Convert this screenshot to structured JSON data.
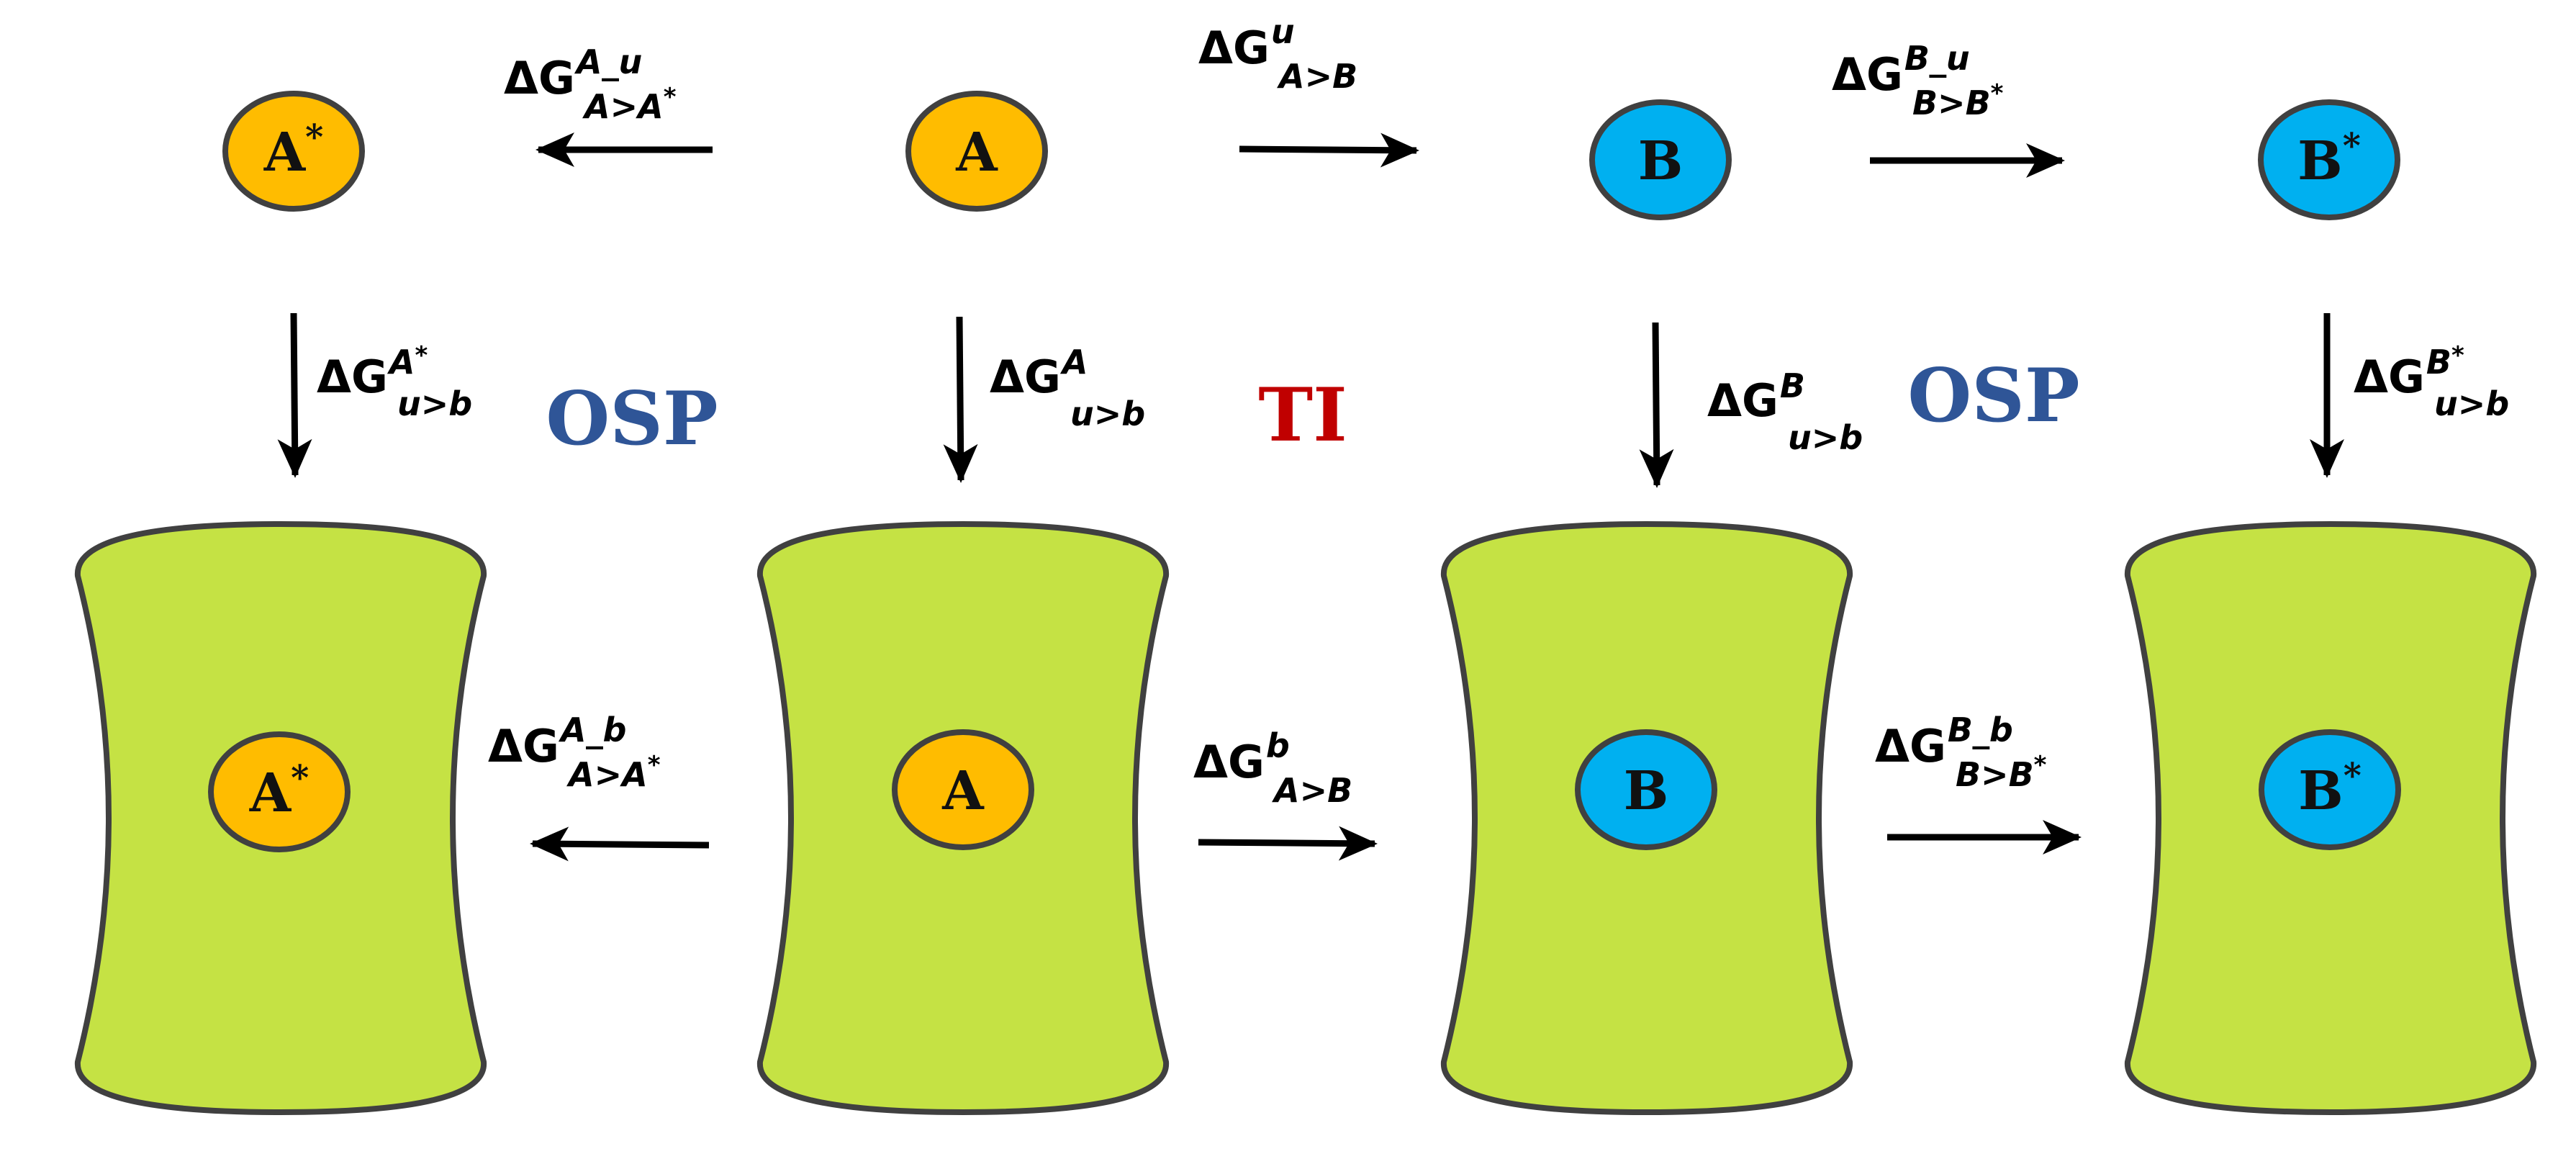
{
  "colors": {
    "ligand_a": "#FFBC00",
    "ligand_b": "#00B0F0",
    "protein": "#C5E244",
    "outline": "#404040",
    "arrow": "#000000",
    "label_osp": "#2F5597",
    "label_ti": "#C00000"
  },
  "methods": {
    "osp_left": "OSP",
    "ti": "TI",
    "osp_right": "OSP"
  },
  "nodes": {
    "a_star_free": {
      "base": "A",
      "sup": "*"
    },
    "a_free": {
      "base": "A",
      "sup": ""
    },
    "b_free": {
      "base": "B",
      "sup": ""
    },
    "b_star_free": {
      "base": "B",
      "sup": "*"
    },
    "a_star_bound": {
      "base": "A",
      "sup": "*"
    },
    "a_bound": {
      "base": "A",
      "sup": ""
    },
    "b_bound": {
      "base": "B",
      "sup": ""
    },
    "b_star_bound": {
      "base": "B",
      "sup": "*"
    }
  },
  "labels": {
    "delta": "ΔG",
    "free_a_astar": {
      "sup": "A_u",
      "sub": "A>A",
      "sub_star": "*"
    },
    "free_a_b": {
      "sup": "u",
      "sub": "A>B",
      "sub_star": ""
    },
    "free_b_bstar": {
      "sup": "B_u",
      "sub": "B>B",
      "sub_star": "*"
    },
    "bind_astar": {
      "sup": "A",
      "sup_star": "*",
      "sub": "u>b"
    },
    "bind_a": {
      "sup": "A",
      "sup_star": "",
      "sub": "u>b"
    },
    "bind_b": {
      "sup": "B",
      "sup_star": "",
      "sub": "u>b"
    },
    "bind_bstar": {
      "sup": "B",
      "sup_star": "*",
      "sub": "u>b"
    },
    "bound_a_astar": {
      "sup": "A_b",
      "sub": "A>A",
      "sub_star": "*"
    },
    "bound_a_b": {
      "sup": "b",
      "sub": "A>B",
      "sub_star": ""
    },
    "bound_b_bstar": {
      "sup": "B_b",
      "sub": "B>B",
      "sub_star": "*"
    }
  }
}
